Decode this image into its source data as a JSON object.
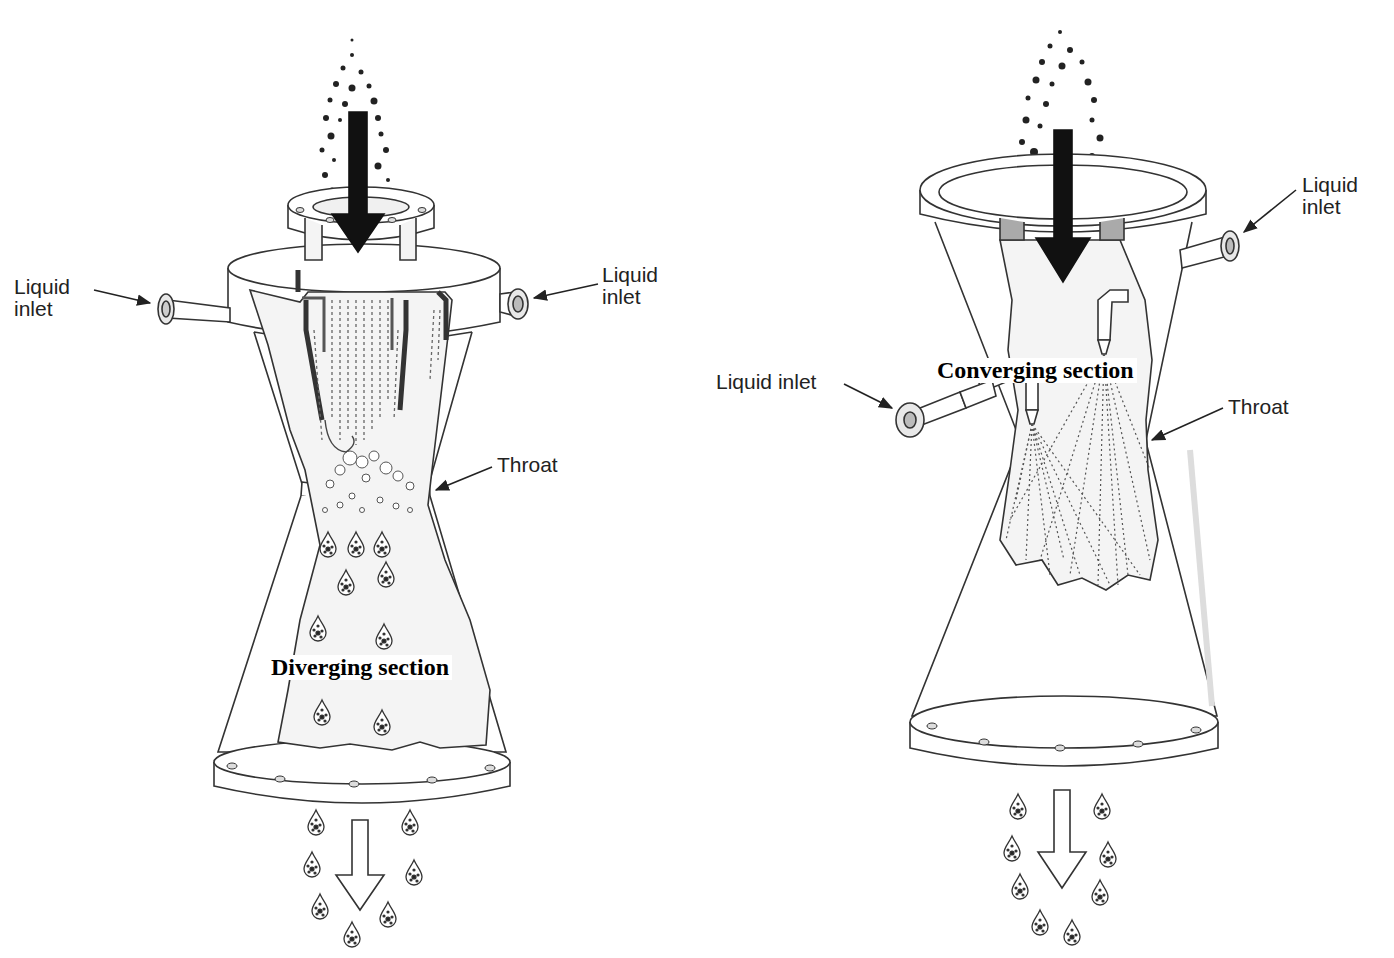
{
  "diagram": {
    "labels": [
      "Liquid inlet",
      "Liquid inlet",
      "Throat",
      "Diverging section",
      "Liquid inlet",
      "Liquid inlet",
      "Converging section",
      "Throat"
    ]
  }
}
